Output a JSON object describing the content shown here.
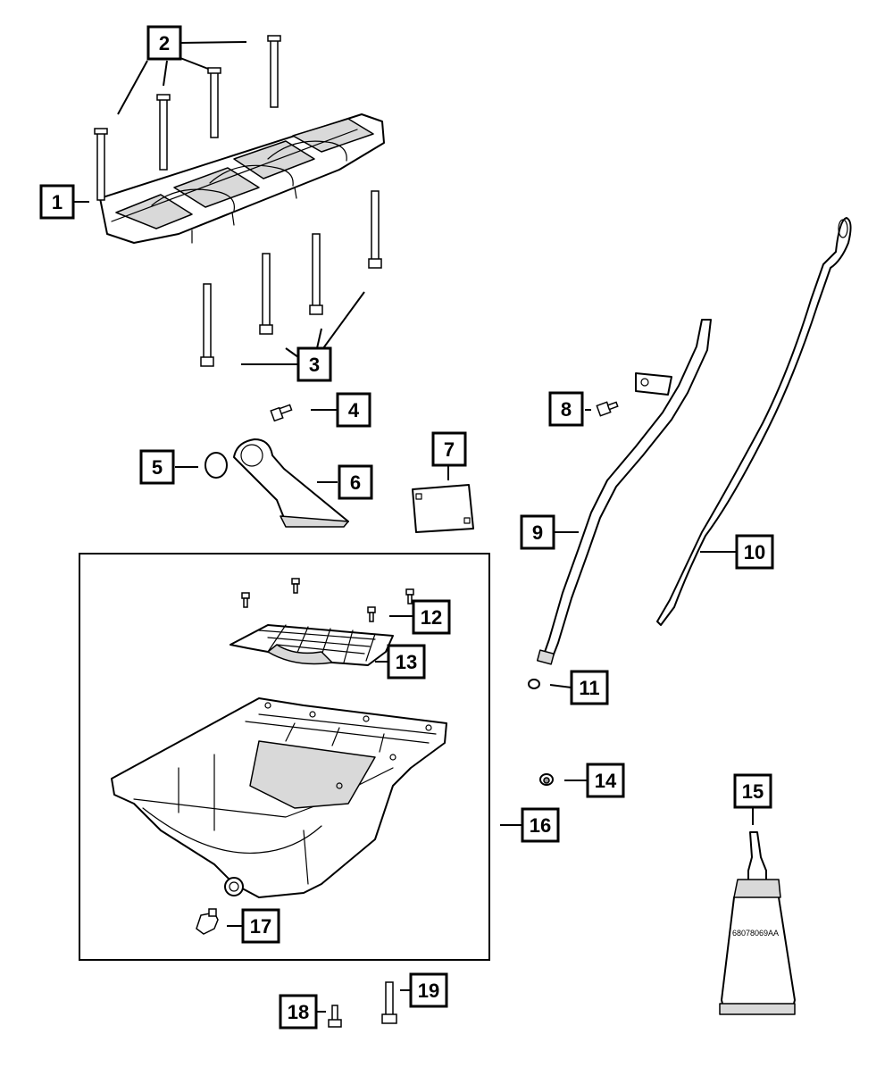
{
  "callouts": [
    {
      "id": "1",
      "label": "1"
    },
    {
      "id": "2",
      "label": "2"
    },
    {
      "id": "3",
      "label": "3"
    },
    {
      "id": "4",
      "label": "4"
    },
    {
      "id": "5",
      "label": "5"
    },
    {
      "id": "6",
      "label": "6"
    },
    {
      "id": "7",
      "label": "7"
    },
    {
      "id": "8",
      "label": "8"
    },
    {
      "id": "9",
      "label": "9"
    },
    {
      "id": "10",
      "label": "10"
    },
    {
      "id": "11",
      "label": "11"
    },
    {
      "id": "12",
      "label": "12"
    },
    {
      "id": "13",
      "label": "13"
    },
    {
      "id": "14",
      "label": "14"
    },
    {
      "id": "15",
      "label": "15"
    },
    {
      "id": "16",
      "label": "16"
    },
    {
      "id": "17",
      "label": "17"
    },
    {
      "id": "18",
      "label": "18"
    },
    {
      "id": "19",
      "label": "19"
    }
  ],
  "sealant_tube": {
    "part_number": "68078069AA"
  }
}
